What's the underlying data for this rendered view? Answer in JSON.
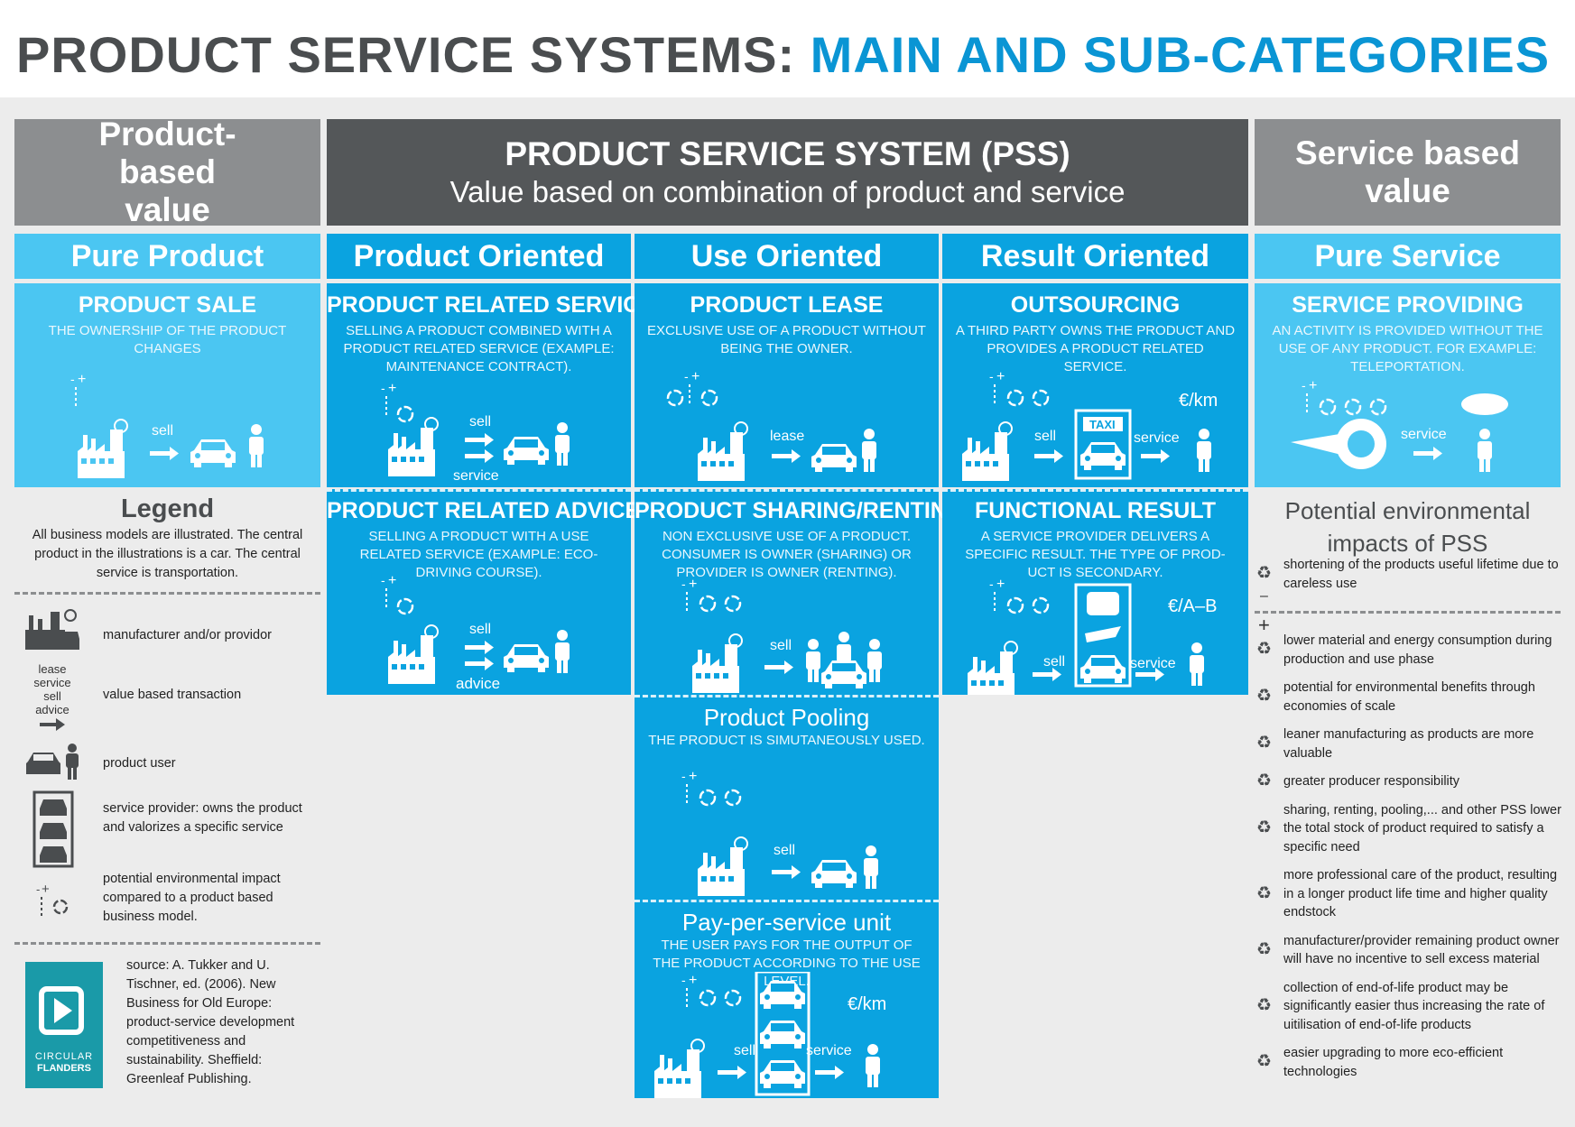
{
  "title": {
    "part1": "PRODUCT SERVICE SYSTEMS:",
    "part2": "MAIN AND SUB-CATEGORIES"
  },
  "headers": {
    "product_based": "Product-based value",
    "pss_title": "PRODUCT SERVICE SYSTEM (PSS)",
    "pss_subtitle": "Value based on combination of product and service",
    "service_based": "Service based value"
  },
  "subheaders": {
    "pure_product": "Pure Product",
    "product_oriented": "Product Oriented",
    "use_oriented": "Use Oriented",
    "result_oriented": "Result Oriented",
    "pure_service": "Pure Service"
  },
  "cells": {
    "product_sale": {
      "title": "PRODUCT SALE",
      "desc": "THE OWNERSHIP OF THE PRODUCT CHANGES",
      "verb": "sell"
    },
    "product_related_service": {
      "title": "PRODUCT RELATED SERVICE",
      "desc": "SELLING A PRODUCT COMBINED WITH A PRODUCT RELATED SERVICE (EXAMPLE: MAINTENANCE CONTRACT).",
      "verb1": "sell",
      "verb2": "service"
    },
    "product_lease": {
      "title": "PRODUCT LEASE",
      "desc": "EXCLUSIVE USE OF A PRODUCT WITHOUT BEING THE OWNER.",
      "verb": "lease"
    },
    "outsourcing": {
      "title": "OUTSOURCING",
      "desc": "A THIRD PARTY OWNS THE PRODUCT AND PROVIDES A PRODUCT RELATED SERVICE.",
      "verb1": "sell",
      "verb2": "service",
      "price": "€/km",
      "taxi": "TAXI"
    },
    "service_providing": {
      "title": "SERVICE PROVIDING",
      "desc": "AN ACTIVITY IS PROVIDED WITHOUT THE USE OF ANY PRODUCT. FOR EXAMPLE: TELEPORTATION.",
      "verb": "service"
    },
    "product_related_advice": {
      "title": "PRODUCT RELATED ADVICE",
      "desc": "SELLING A PRODUCT WITH A USE RELATED SERVICE (EXAMPLE: ECO-DRIVING COURSE).",
      "verb1": "sell",
      "verb2": "advice"
    },
    "product_sharing": {
      "title": "PRODUCT SHARING/RENTING",
      "desc": "NON EXCLUSIVE USE OF A PRODUCT. CONSUMER IS OWNER (SHARING) OR PROVIDER IS OWNER (RENTING).",
      "verb": "sell"
    },
    "functional_result": {
      "title": "FUNCTIONAL RESULT",
      "desc": "A SERVICE PROVIDER DELIVERS A SPECIFIC RESULT. THE TYPE OF PROD-UCT IS SECONDARY.",
      "verb1": "sell",
      "verb2": "service",
      "price": "€/A–B"
    },
    "product_pooling": {
      "title": "Product Pooling",
      "desc": "THE PRODUCT IS SIMUTANEOUSLY USED.",
      "verb": "sell"
    },
    "pay_per_service": {
      "title": "Pay-per-service unit",
      "desc": "THE USER PAYS FOR THE OUTPUT OF THE PRODUCT ACCORDING TO THE USE LEVEL.",
      "verb1": "sell",
      "verb2": "service",
      "price": "€/km"
    }
  },
  "legend": {
    "title": "Legend",
    "intro": "All business models are illustrated. The central product in the illustrations is a car. The central service is transportation.",
    "items": [
      {
        "icon": "manufacturer-icon",
        "text": "manufacturer and/or providor"
      },
      {
        "icon": "transaction-arrow-icon",
        "labels": [
          "lease",
          "service",
          "sell",
          "advice"
        ],
        "text": "value based transaction"
      },
      {
        "icon": "product-user-icon",
        "text": "product user"
      },
      {
        "icon": "service-provider-icon",
        "text": "service provider: owns the product and valorizes a specific service"
      },
      {
        "icon": "environmental-impact-icon",
        "text": "potential environmental impact compared to a product based business model."
      }
    ],
    "source": "source: A. Tukker and U. Tischner, ed. (2006). New Business for Old Europe: product-service development competitiveness and sustainability. Sheffield: Greenleaf Publishing.",
    "logo_line1": "CIRCULAR",
    "logo_line2": "FLANDERS"
  },
  "impacts": {
    "title": "Potential environmental impacts of PSS",
    "negative_mark": "–",
    "positive_mark": "+",
    "negative": [
      "shortening of the products useful lifetime due to careless use"
    ],
    "positive": [
      "lower material and energy consumption during production and use phase",
      "potential for environmental benefits through economies of scale",
      "leaner manufacturing as products are more valuable",
      "greater producer responsibility",
      "sharing, renting, pooling,... and other PSS lower the total stock of product required to satisfy a specific need",
      "more professional care of the product, resulting in a longer product life time and higher quality endstock",
      "manufacturer/provider remaining product owner will have no incentive to sell excess material",
      "collection of end-of-life product may be significantly easier thus increasing the rate of uitilisation of end-of-life products",
      "easier upgrading to more eco-efficient technologies"
    ]
  },
  "colors": {
    "dark_grey": "#545759",
    "grey": "#8c8e90",
    "light_blue": "#4bc6f2",
    "mid_blue": "#0aa3e0",
    "title_blue": "#0a95d4"
  }
}
